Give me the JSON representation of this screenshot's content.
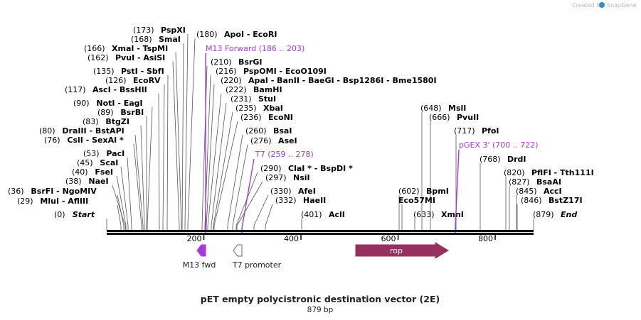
{
  "header": {
    "watermark": "Created by",
    "brand": "SnapGene",
    "brand_color": "#2f8fd4"
  },
  "title": "pET empty polycistronic destination vector (2E)",
  "length_label": "879 bp",
  "length_bp": 879,
  "ruler": {
    "ticks": [
      "200",
      "400",
      "600",
      "800"
    ]
  },
  "sites": [
    {
      "pos": "(0)",
      "name": "Start",
      "style": "italic"
    },
    {
      "pos": "(29)",
      "name": "MluI - AflIII"
    },
    {
      "pos": "(36)",
      "name": "BsrFI - NgoMIV"
    },
    {
      "pos": "(38)",
      "name": "NaeI"
    },
    {
      "pos": "(40)",
      "name": "FseI"
    },
    {
      "pos": "(45)",
      "name": "ScaI"
    },
    {
      "pos": "(53)",
      "name": "PacI"
    },
    {
      "pos": "(76)",
      "name": "CsiI - SexAI *"
    },
    {
      "pos": "(80)",
      "name": "DraIII - BstAPI"
    },
    {
      "pos": "(83)",
      "name": "BtgZI"
    },
    {
      "pos": "(89)",
      "name": "BsrBI"
    },
    {
      "pos": "(90)",
      "name": "NotI - EagI"
    },
    {
      "pos": "(117)",
      "name": "AscI - BssHII"
    },
    {
      "pos": "(126)",
      "name": "EcoRV"
    },
    {
      "pos": "(135)",
      "name": "PstI - SbfI"
    },
    {
      "pos": "(162)",
      "name": "PvuI - AsiSI"
    },
    {
      "pos": "(166)",
      "name": "XmaI - TspMI"
    },
    {
      "pos": "(168)",
      "name": "SmaI"
    },
    {
      "pos": "(173)",
      "name": "PspXI"
    },
    {
      "pos": "(180)",
      "name": "ApoI - EcoRI"
    },
    {
      "pos": "(210)",
      "name": "BsrGI"
    },
    {
      "pos": "(216)",
      "name": "PspOMI - EcoO109I"
    },
    {
      "pos": "(220)",
      "name": "ApaI - BanII - BaeGI - Bsp1286I - Bme1580I"
    },
    {
      "pos": "(222)",
      "name": "BamHI"
    },
    {
      "pos": "(231)",
      "name": "StuI"
    },
    {
      "pos": "(235)",
      "name": "XbaI"
    },
    {
      "pos": "(236)",
      "name": "EcoNI"
    },
    {
      "pos": "(260)",
      "name": "BsaI"
    },
    {
      "pos": "(276)",
      "name": "AseI"
    },
    {
      "pos": "(290)",
      "name": "ClaI * - BspDI *"
    },
    {
      "pos": "(297)",
      "name": "NsiI"
    },
    {
      "pos": "(330)",
      "name": "AfeI"
    },
    {
      "pos": "(332)",
      "name": "HaeII"
    },
    {
      "pos": "(401)",
      "name": "AclI"
    },
    {
      "pos": "(602)",
      "name": "BpmI"
    },
    {
      "pos": "",
      "name": "Eco57MI"
    },
    {
      "pos": "(633)",
      "name": "XmnI"
    },
    {
      "pos": "(648)",
      "name": "MslI"
    },
    {
      "pos": "(666)",
      "name": "PvuII"
    },
    {
      "pos": "(717)",
      "name": "PfoI"
    },
    {
      "pos": "(768)",
      "name": "DrdI"
    },
    {
      "pos": "(820)",
      "name": "PflFI - Tth111I"
    },
    {
      "pos": "(827)",
      "name": "BsaAI"
    },
    {
      "pos": "(845)",
      "name": "AccI"
    },
    {
      "pos": "(846)",
      "name": "BstZ17I"
    },
    {
      "pos": "(879)",
      "name": "End",
      "style": "italic"
    }
  ],
  "primers": [
    {
      "name": "M13 Forward",
      "range": "(186 .. 203)",
      "color": "#a53cd6"
    },
    {
      "name": "T7",
      "range": "(259 .. 278)",
      "color": "#a53cd6"
    },
    {
      "name": "pGEX 3'",
      "range": "(700 .. 722)",
      "color": "#a53cd6"
    }
  ],
  "features": [
    {
      "name": "M13 fwd",
      "color": "#a53cd6",
      "direction": "reverse"
    },
    {
      "name": "T7 promoter",
      "color": "#ffffff",
      "direction": "reverse"
    },
    {
      "name": "rop",
      "color": "#96305f",
      "direction": "forward"
    }
  ]
}
